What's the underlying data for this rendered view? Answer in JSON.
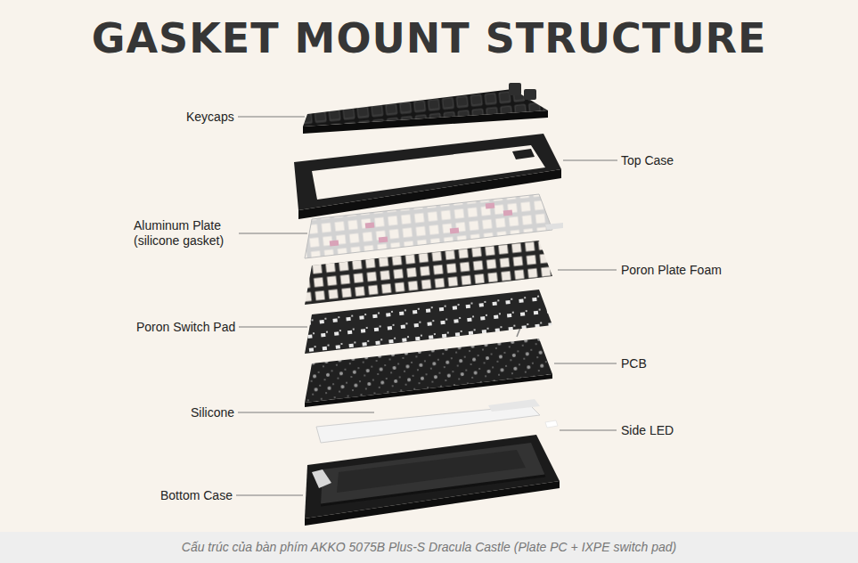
{
  "diagram": {
    "title": "GASKET MOUNT STRUCTURE",
    "caption": "Cấu trúc của bàn phím AKKO 5075B Plus-S Dracula Castle (Plate PC + IXPE switch pad)",
    "labels": [
      "Keycaps",
      "Top Case",
      "Aluminum Plate (silicone gasket)",
      "Poron Plate Foam",
      "Poron Switch Pad",
      "PCB",
      "Silicone",
      "Side LED",
      "Bottom Case"
    ]
  }
}
